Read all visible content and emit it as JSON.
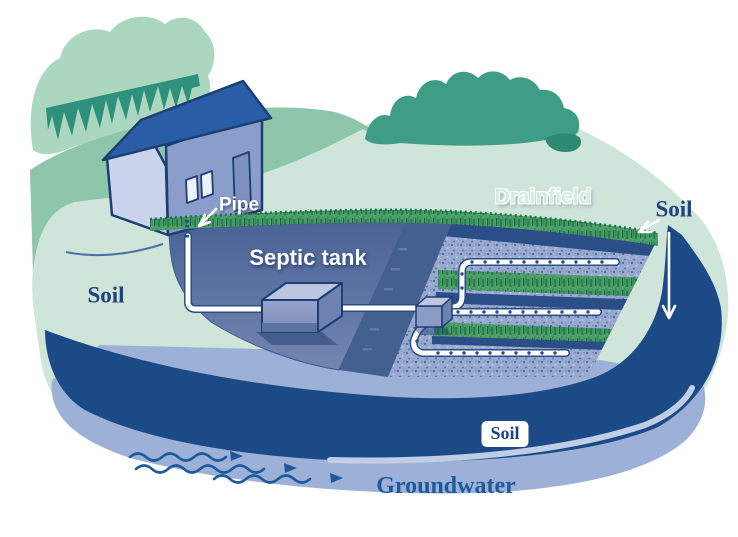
{
  "diagram": {
    "labels": {
      "pipe": "Pipe",
      "septic_tank": "Septic tank",
      "drainfield": "Drainfield",
      "soil_left": "Soil",
      "soil_right": "Soil",
      "soil_badge": "Soil",
      "groundwater": "Groundwater"
    },
    "colors": {
      "mint": "#cfe5da",
      "canopy": "#abd7c1",
      "hill": "#8dc6aa",
      "tree": "#2f917b",
      "bush": "#3f9d85",
      "bushDark": "#2c8a72",
      "navy": "#1b4a87",
      "trench": "#2b4e86",
      "slateTop": "#4a6295",
      "slateBottom": "#7488b2",
      "wall": "#44608f",
      "gravel": "#97a9cf",
      "gravelDot": "#53699e",
      "gravelLight": "#bcc7e2",
      "peri": "#9db0d7",
      "periHi": "#c9d4ea",
      "grassBase": "#4f9f68",
      "grassDark": "#156b43",
      "roof": "#2b5da6",
      "gable": "#c9d4ec",
      "sideWall": "#8b9dcb",
      "door": "#7e90c0",
      "windowFill": "#eef2fb",
      "outline": "#1d3e73",
      "labelNavy": "#1f4180",
      "waterBlue": "#1d5a9b",
      "drainLabel": "#d4ecdf",
      "pipeWhite": "#ffffff"
    }
  }
}
